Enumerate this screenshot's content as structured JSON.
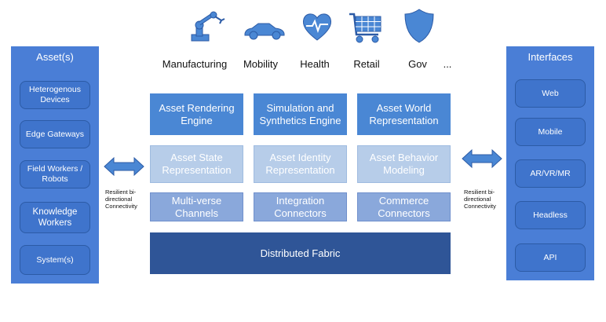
{
  "industries": [
    {
      "label": "Manufacturing",
      "icon": "robot-arm-icon"
    },
    {
      "label": "Mobility",
      "icon": "car-icon"
    },
    {
      "label": "Health",
      "icon": "heart-pulse-icon"
    },
    {
      "label": "Retail",
      "icon": "shopping-cart-icon"
    },
    {
      "label": "Gov",
      "icon": "shield-icon"
    },
    {
      "label": "..."
    }
  ],
  "assets": {
    "title": "Asset(s)",
    "items": [
      "Heterogenous Devices",
      "Edge Gateways",
      "Field Workers / Robots",
      "Knowledge Workers",
      "System(s)"
    ]
  },
  "interfaces": {
    "title": "Interfaces",
    "items": [
      "Web",
      "Mobile",
      "AR/VR/MR",
      "Headless",
      "API"
    ]
  },
  "grid": {
    "row1": [
      "Asset Rendering Engine",
      "Simulation and Synthetics Engine",
      "Asset World Representation"
    ],
    "row2": [
      "Asset State Representation",
      "Asset Identity Representation",
      "Asset Behavior Modeling"
    ],
    "row3": [
      "Multi-verse Channels",
      "Integration Connectors",
      "Commerce Connectors"
    ],
    "fabric": "Distributed Fabric"
  },
  "connectivity": {
    "left": "Resilient bi-directional Connectivity",
    "right": "Resilient bi-directional Connectivity"
  },
  "colors": {
    "panel": "#4a7ed6",
    "row1": "#4a87d4",
    "row2": "#b7cde9",
    "row3": "#8aa8db",
    "fabric": "#2f5597",
    "icon": "#4a87d4"
  }
}
